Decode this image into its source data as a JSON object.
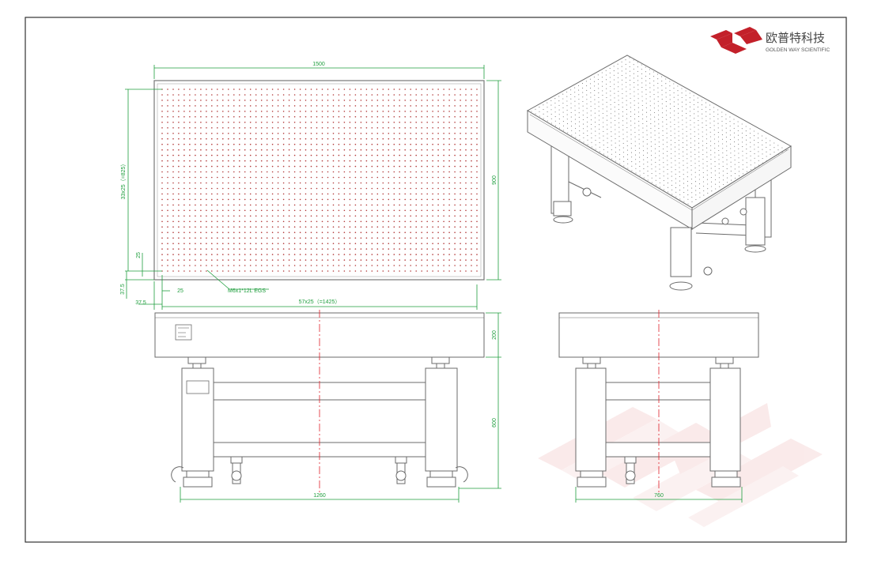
{
  "brand": {
    "name_cn": "欧普特科技",
    "name_en": "GOLDEN WAY SCIENTIFIC",
    "primary_color": "#c3202a",
    "watermark_color": "#f6dada"
  },
  "colors": {
    "line": "#6b6b6b",
    "dimension": "#1f9e3e",
    "hole": "#b23a3a",
    "centerline": "#e0202a"
  },
  "top_view": {
    "dim_width": "1500",
    "dim_height": "900",
    "dim_rows": "33x25（=825）",
    "dim_cols": "57x25（=1425）",
    "dim_edge_x": "37.5",
    "dim_edge_y": "37.5",
    "dim_pitch_x": "25",
    "dim_pitch_y": "25",
    "hole_spec": "M6x1*12L EGS"
  },
  "front_view": {
    "dim_top_thickness": "200",
    "dim_support_height": "600",
    "dim_base_width": "1260"
  },
  "side_view": {
    "dim_base_width": "760"
  }
}
